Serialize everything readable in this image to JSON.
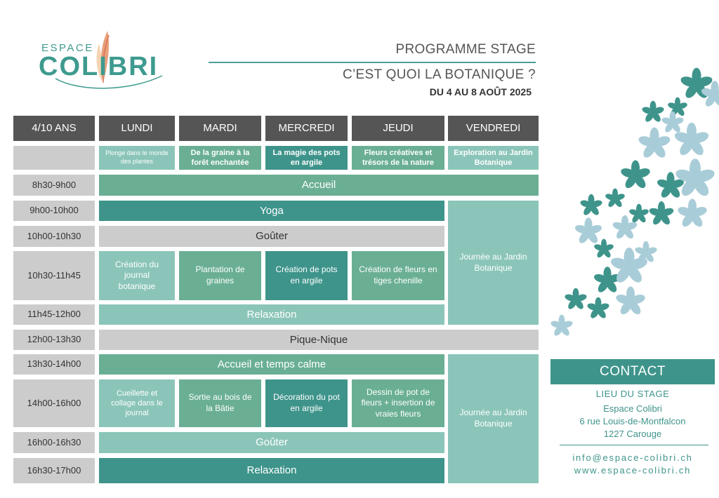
{
  "logo": {
    "espace": "ESPACE",
    "colibri": "COLIBRI"
  },
  "header": {
    "programme": "PROGRAMME STAGE",
    "theme": "C’EST QUOI LA BOTANIQUE ?",
    "dates": "DU 4 AU 8 AOÛT 2025"
  },
  "table": {
    "age": "4/10 ANS",
    "days": [
      "LUNDI",
      "MARDI",
      "MERCREDI",
      "JEUDI",
      "VENDREDI"
    ],
    "subtitles": [
      "Plonge dans le monde des plantes",
      "De la graine à la forêt enchantée",
      "La magie des pots en argile",
      "Fleurs créatives et trésors de la nature",
      "Exploration au Jardin Botanique"
    ],
    "times": [
      "8h30-9h00",
      "9h00-10h00",
      "10h00-10h30",
      "10h30-11h45",
      "11h45-12h00",
      "12h00-13h30",
      "13h30-14h00",
      "14h00-16h00",
      "16h00-16h30",
      "16h30-17h00"
    ],
    "accueil": "Accueil",
    "yoga": "Yoga",
    "gouter1": "Goûter",
    "morning_activities": [
      "Création du journal botanique",
      "Plantation de graines",
      "Création de pots en argile",
      "Création de fleurs en tiges chenille"
    ],
    "relaxation1": "Relaxation",
    "pique_nique": "Pique-Nique",
    "accueil_calme": "Accueil et temps calme",
    "afternoon_activities": [
      "Cueillette et collage dans le journal",
      "Sortie au bois de la Bâtie",
      "Décoration du pot en argile",
      "Dessin de pot de fleurs + insertion de vraies fleurs"
    ],
    "gouter2": "Goûter",
    "relaxation2": "Relaxation",
    "friday_morning": "Journée au Jardin Botanique",
    "friday_afternoon": "Journée au Jardin Botanique"
  },
  "contact": {
    "title": "CONTACT",
    "lieu": "LIEU DU STAGE",
    "name": "Espace Colibri",
    "street": "6 rue Louis-de-Montfalcon",
    "city": "1227 Carouge",
    "email": "info@espace-colibri.ch",
    "web": "www.espace-colibri.ch"
  },
  "colors": {
    "teal_dark": "#3e948b",
    "teal_mid": "#6aaf94",
    "teal_light": "#8bc5b9",
    "gray": "#cccccc",
    "header_gray": "#555555"
  },
  "icons": {
    "logo": "feather-icon",
    "decoration": "flower-decoration-icon"
  }
}
